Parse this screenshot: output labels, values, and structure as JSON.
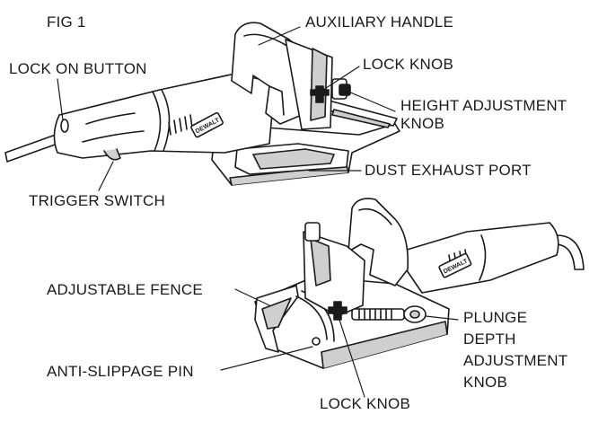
{
  "figure": {
    "title": "FIG 1",
    "brand": "DEWALT"
  },
  "callouts": [
    {
      "id": "auxiliary-handle",
      "text": "AUXILIARY HANDLE"
    },
    {
      "id": "lock-on-button",
      "text": "LOCK ON BUTTON"
    },
    {
      "id": "lock-knob-top",
      "text": "LOCK KNOB"
    },
    {
      "id": "height-adjustment-knob",
      "text": "HEIGHT ADJUSTMENT\nKNOB"
    },
    {
      "id": "dust-exhaust-port",
      "text": "DUST EXHAUST PORT"
    },
    {
      "id": "trigger-switch",
      "text": "TRIGGER SWITCH"
    },
    {
      "id": "adjustable-fence",
      "text": "ADJUSTABLE FENCE"
    },
    {
      "id": "plunge-depth-adjustment-knob",
      "text": "PLUNGE\nDEPTH\nADJUSTMENT\nKNOB"
    },
    {
      "id": "anti-slippage-pin",
      "text": "ANTI-SLIPPAGE PIN"
    },
    {
      "id": "lock-knob-bottom",
      "text": "LOCK KNOB"
    }
  ],
  "colors": {
    "ink": "#1a1a1a",
    "shade": "#cfcfcf",
    "body": "#ffffff"
  }
}
